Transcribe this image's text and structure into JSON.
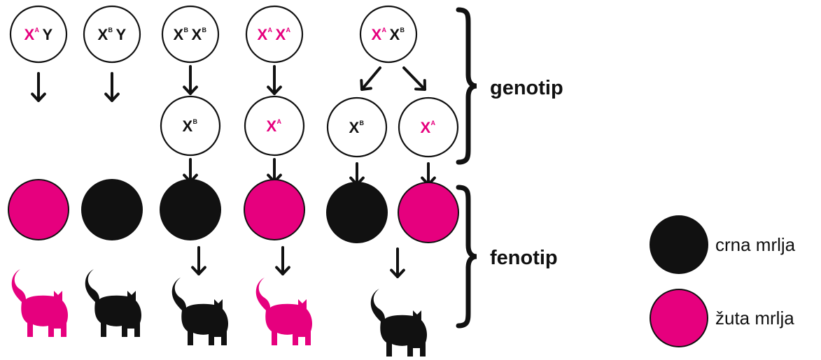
{
  "colors": {
    "black": "#111111",
    "pink": "#e6007e",
    "text": "#111111"
  },
  "labels": {
    "genotip": "genotip",
    "fenotip": "fenotip"
  },
  "legend": [
    {
      "label": "crna mrlja",
      "color": "#111111"
    },
    {
      "label": "žuta mrlja",
      "color": "#e6007e"
    }
  ],
  "columns": [
    {
      "genotype": [
        {
          "letter": "X",
          "sup": "A",
          "color": "pink"
        },
        {
          "letter": "Y",
          "sup": "",
          "color": "black"
        }
      ],
      "inactivated": [],
      "phenotype": [
        "pink"
      ],
      "cat": "pink"
    },
    {
      "genotype": [
        {
          "letter": "X",
          "sup": "B",
          "color": "black"
        },
        {
          "letter": "Y",
          "sup": "",
          "color": "black"
        }
      ],
      "inactivated": [],
      "phenotype": [
        "black"
      ],
      "cat": "black"
    },
    {
      "genotype": [
        {
          "letter": "X",
          "sup": "B",
          "color": "black"
        },
        {
          "letter": "X",
          "sup": "B",
          "color": "black"
        }
      ],
      "inactivated": [
        {
          "letter": "X",
          "sup": "B",
          "color": "black"
        }
      ],
      "phenotype": [
        "black"
      ],
      "cat": "black"
    },
    {
      "genotype": [
        {
          "letter": "X",
          "sup": "A",
          "color": "pink"
        },
        {
          "letter": "X",
          "sup": "A",
          "color": "pink"
        }
      ],
      "inactivated": [
        {
          "letter": "X",
          "sup": "A",
          "color": "pink"
        }
      ],
      "phenotype": [
        "pink"
      ],
      "cat": "pink"
    },
    {
      "genotype": [
        {
          "letter": "X",
          "sup": "A",
          "color": "pink"
        },
        {
          "letter": "X",
          "sup": "B",
          "color": "black"
        }
      ],
      "inactivated": [
        {
          "letter": "X",
          "sup": "B",
          "color": "black"
        },
        {
          "letter": "X",
          "sup": "A",
          "color": "pink"
        }
      ],
      "phenotype": [
        "black",
        "pink"
      ],
      "cat": "calico"
    }
  ]
}
